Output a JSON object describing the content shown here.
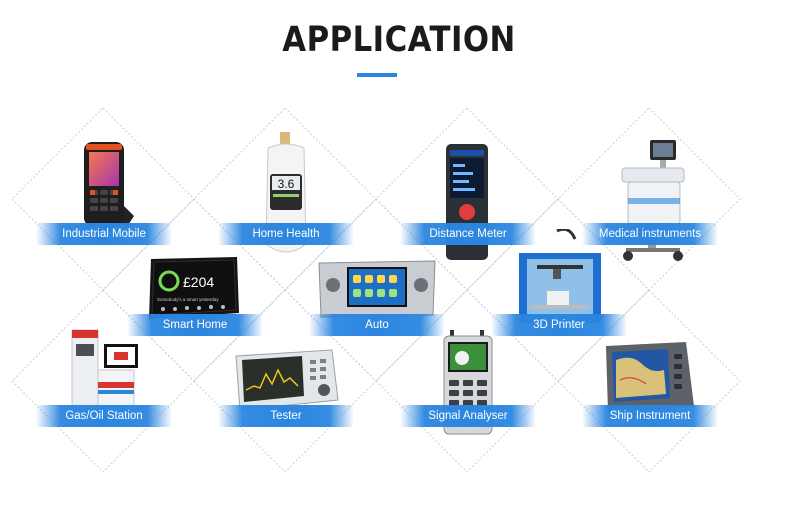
{
  "title": "APPLICATION",
  "accent_color": "#2b86e0",
  "tiles": [
    {
      "label": "Industrial Mobile",
      "icon": "industrial-mobile-icon"
    },
    {
      "label": "Home Health",
      "icon": "glucose-meter-icon"
    },
    {
      "label": "Distance Meter",
      "icon": "distance-meter-icon"
    },
    {
      "label": "Medical instruments",
      "icon": "medical-cart-icon"
    },
    {
      "label": "Smart Home",
      "icon": "smart-home-panel-icon"
    },
    {
      "label": "Auto",
      "icon": "car-radio-icon"
    },
    {
      "label": "3D Printer",
      "icon": "3d-printer-icon"
    },
    {
      "label": "Gas/Oil Station",
      "icon": "fuel-pump-icon"
    },
    {
      "label": "Tester",
      "icon": "spectrum-analyzer-icon"
    },
    {
      "label": "Signal Analyser",
      "icon": "signal-analyser-icon"
    },
    {
      "label": "Ship Instrument",
      "icon": "ship-chartplotter-icon"
    }
  ],
  "device_screens": {
    "home_health_reading": "3.6",
    "smart_home_reading": "£204",
    "smart_home_caption": "Somebody's a smart yesterday"
  }
}
